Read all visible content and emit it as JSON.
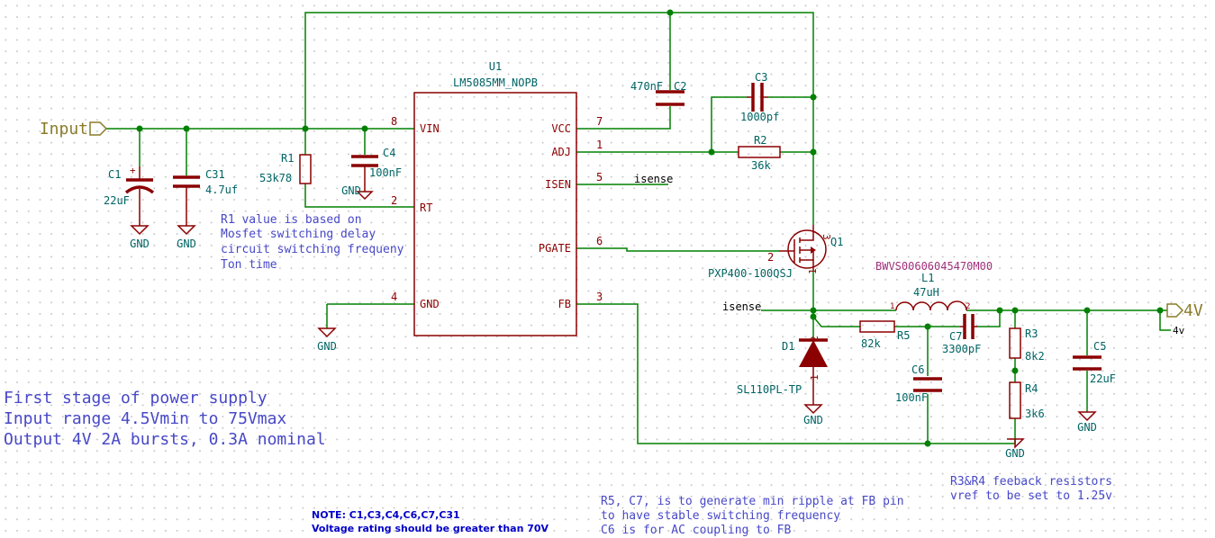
{
  "ic": {
    "ref": "U1",
    "value": "LM5085MM_NOPB",
    "pins_left": [
      {
        "num": "8",
        "name": "VIN"
      },
      {
        "num": "2",
        "name": "RT"
      },
      {
        "num": "4",
        "name": "GND"
      }
    ],
    "pins_right": [
      {
        "num": "7",
        "name": "VCC"
      },
      {
        "num": "1",
        "name": "ADJ"
      },
      {
        "num": "5",
        "name": "ISEN"
      },
      {
        "num": "6",
        "name": "PGATE"
      },
      {
        "num": "3",
        "name": "FB"
      }
    ]
  },
  "ports": {
    "input": "Input",
    "output": "4V"
  },
  "net_labels": {
    "isense_top": "isense",
    "isense_bottom": "isense",
    "out_4v": "4v"
  },
  "components": {
    "C1": {
      "ref": "C1",
      "value": "22uF"
    },
    "C31": {
      "ref": "C31",
      "value": "4.7uf"
    },
    "R1": {
      "ref": "R1",
      "value": "53k78"
    },
    "C4": {
      "ref": "C4",
      "value": "100nF"
    },
    "C2": {
      "ref": "C2",
      "value": "470nF"
    },
    "C3": {
      "ref": "C3",
      "value": "1000pf"
    },
    "R2": {
      "ref": "R2",
      "value": "36k"
    },
    "Q1": {
      "ref": "Q1",
      "value": "PXP400-100QSJ",
      "pin1": "1",
      "pin2": "2",
      "pin3": "3"
    },
    "L1": {
      "ref": "L1",
      "value": "47uH",
      "part": "BWVS00606045470M00",
      "pin1": "1",
      "pin2": "2"
    },
    "D1": {
      "ref": "D1",
      "value": "SL110PL-TP",
      "pin1": "1",
      "pin2": "2"
    },
    "R5": {
      "ref": "R5",
      "value": "82k"
    },
    "C7": {
      "ref": "C7",
      "value": "3300pF"
    },
    "C6": {
      "ref": "C6",
      "value": "100nF"
    },
    "R3": {
      "ref": "R3",
      "value": "8k2"
    },
    "R4": {
      "ref": "R4",
      "value": "3k6"
    },
    "C5": {
      "ref": "C5",
      "value": "22uF"
    }
  },
  "gnd_label": "GND",
  "notes": {
    "r1_note": [
      "R1 value is based on",
      "Mosfet switching delay",
      "circuit switching frequeny",
      "Ton time"
    ],
    "stage_note": [
      "First stage of power supply",
      "Input range 4.5Vmin to 75Vmax",
      "Output 4V 2A bursts, 0.3A nominal"
    ],
    "warning": [
      "NOTE: C1,C3,C4,C6,C7,C31",
      "Voltage rating should be greater than 70V"
    ],
    "ripple_note": [
      "R5, C7, is to generate min ripple at FB pin",
      "to have stable switching frequency",
      "C6 is for AC coupling to FB"
    ],
    "feedback_note": [
      "R3&R4 feeback resistors",
      "vref to be set to 1.25v"
    ]
  }
}
